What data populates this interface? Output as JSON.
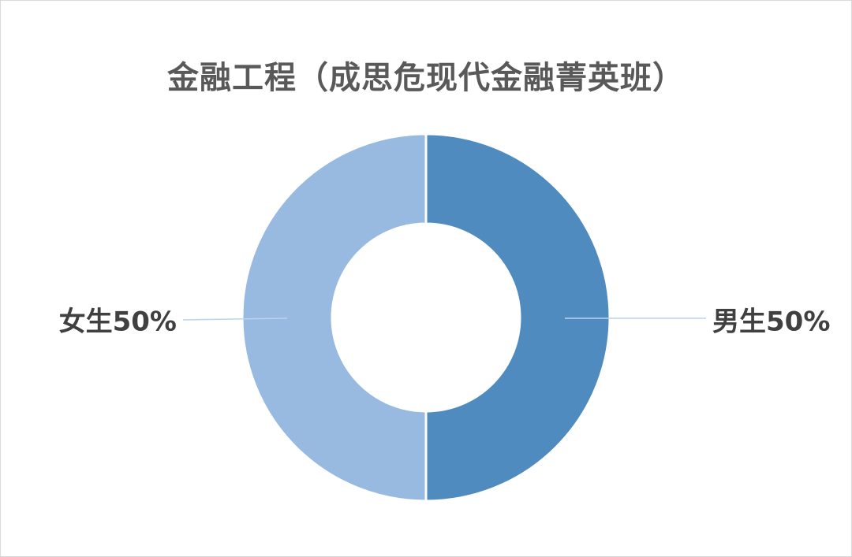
{
  "chart_data": {
    "type": "pie",
    "title": "金融工程（成思危现代金融菁英班）",
    "donut": true,
    "slices": [
      {
        "category": "男生",
        "value": 50,
        "label": "男生50%",
        "color": "#4f8bbe"
      },
      {
        "category": "女生",
        "value": 50,
        "label": "女生50%",
        "color": "#98b9e0"
      }
    ],
    "legend": "none"
  },
  "colors": {
    "leader_line": "#bcd3ec",
    "slice_border": "#ffffff",
    "title_text": "#595959",
    "label_text": "#404040"
  }
}
